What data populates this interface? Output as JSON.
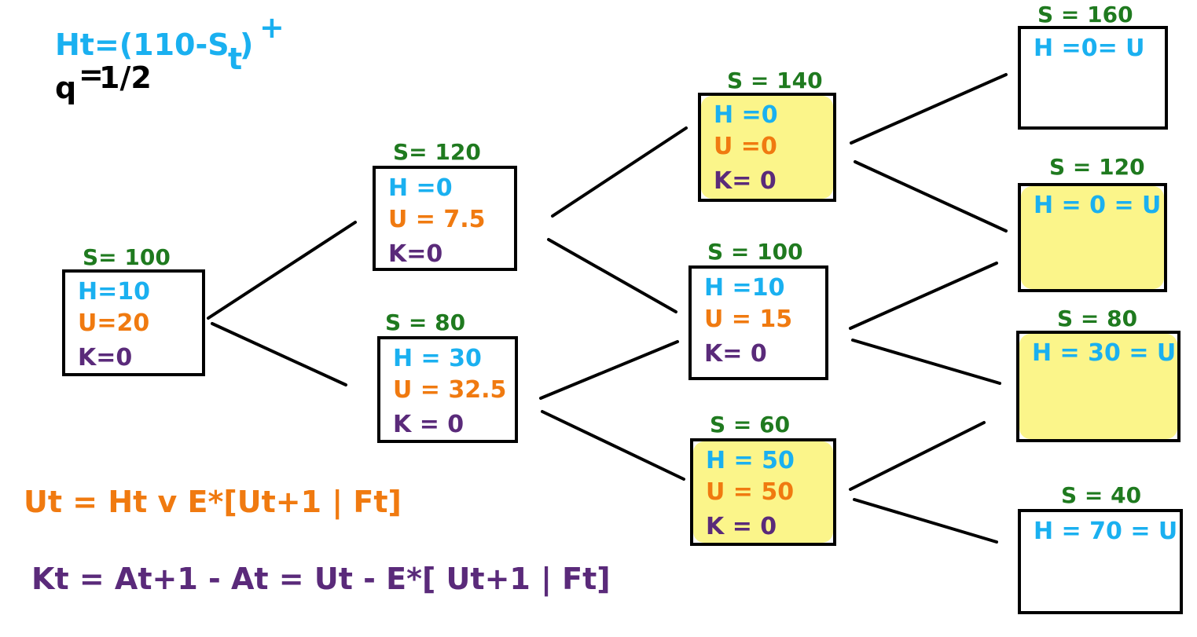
{
  "header": {
    "payoff_formula": "H_t =(110 - S_t)^+",
    "payoff_main": "Ht=(110-S",
    "payoff_sub": "t",
    "payoff_paren": ")",
    "payoff_sup": "+",
    "prob_label": "q",
    "prob_eq": "=",
    "prob_value": "1/2"
  },
  "colors": {
    "H": "#1ab0f0",
    "U": "#f07a10",
    "K": "#5a2a7a",
    "S": "#1f7a1f",
    "highlight": "#fbf58a"
  },
  "nodes": [
    {
      "id": "n0",
      "s": "S= 100",
      "h": "H=10",
      "u": "U=20",
      "k": "K=0",
      "highlight": false
    },
    {
      "id": "n1u",
      "s": "S= 120",
      "h": "H =0",
      "u": "U = 7.5",
      "k": "K=0",
      "highlight": false
    },
    {
      "id": "n1d",
      "s": "S = 80",
      "h": "H = 30",
      "u": "U = 32.5",
      "k": "K = 0",
      "highlight": false
    },
    {
      "id": "n2a",
      "s": "S = 140",
      "h": "H =0",
      "u": "U =0",
      "k": "K= 0",
      "highlight": true
    },
    {
      "id": "n2b",
      "s": "S = 100",
      "h": "H =10",
      "u": "U = 15",
      "k": "K= 0",
      "highlight": false
    },
    {
      "id": "n2c",
      "s": "S = 60",
      "h": "H = 50",
      "u": "U = 50",
      "k": "K = 0",
      "highlight": true
    },
    {
      "id": "n3a",
      "s": "S = 160",
      "h": "H =0= U",
      "highlight": false
    },
    {
      "id": "n3b",
      "s": "S = 120",
      "h": "H = 0 = U",
      "highlight": true
    },
    {
      "id": "n3c",
      "s": "S = 80",
      "h": "H = 30 = U",
      "highlight": true
    },
    {
      "id": "n3d",
      "s": "S = 40",
      "h": "H = 70 = U",
      "highlight": false
    }
  ],
  "formulas": {
    "u_formula": "Ut = Ht v E*[Ut+1 | Ft]",
    "k_formula": "Kt = At+1 - At = Ut - E*[ Ut+1 | Ft]"
  }
}
